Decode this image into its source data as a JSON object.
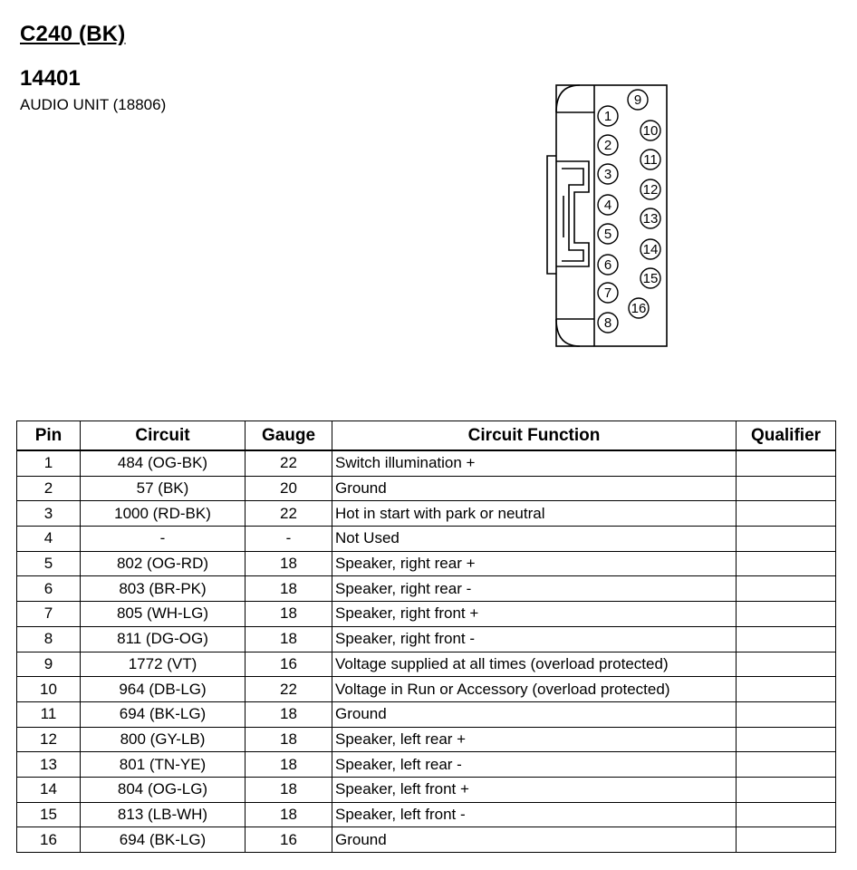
{
  "header": {
    "connector_id": "C240 (BK)",
    "part_number": "14401",
    "component": "AUDIO UNIT (18806)"
  },
  "diagram": {
    "pins": [
      "1",
      "2",
      "3",
      "4",
      "5",
      "6",
      "7",
      "8",
      "9",
      "10",
      "11",
      "12",
      "13",
      "14",
      "15",
      "16"
    ]
  },
  "table": {
    "headers": {
      "pin": "Pin",
      "circuit": "Circuit",
      "gauge": "Gauge",
      "function": "Circuit Function",
      "qualifier": "Qualifier"
    },
    "rows": [
      {
        "pin": "1",
        "circuit": "484 (OG-BK)",
        "gauge": "22",
        "function": "Switch illumination +",
        "qualifier": ""
      },
      {
        "pin": "2",
        "circuit": "57 (BK)",
        "gauge": "20",
        "function": "Ground",
        "qualifier": ""
      },
      {
        "pin": "3",
        "circuit": "1000 (RD-BK)",
        "gauge": "22",
        "function": "Hot in start with park or neutral",
        "qualifier": ""
      },
      {
        "pin": "4",
        "circuit": "-",
        "gauge": "-",
        "function": "Not Used",
        "qualifier": ""
      },
      {
        "pin": "5",
        "circuit": "802 (OG-RD)",
        "gauge": "18",
        "function": "Speaker, right rear +",
        "qualifier": ""
      },
      {
        "pin": "6",
        "circuit": "803 (BR-PK)",
        "gauge": "18",
        "function": "Speaker, right rear -",
        "qualifier": ""
      },
      {
        "pin": "7",
        "circuit": "805 (WH-LG)",
        "gauge": "18",
        "function": "Speaker, right front +",
        "qualifier": ""
      },
      {
        "pin": "8",
        "circuit": "811 (DG-OG)",
        "gauge": "18",
        "function": "Speaker, right front -",
        "qualifier": ""
      },
      {
        "pin": "9",
        "circuit": "1772 (VT)",
        "gauge": "16",
        "function": "Voltage supplied at all times (overload protected)",
        "qualifier": ""
      },
      {
        "pin": "10",
        "circuit": "964 (DB-LG)",
        "gauge": "22",
        "function": "Voltage in Run or Accessory (overload protected)",
        "qualifier": ""
      },
      {
        "pin": "11",
        "circuit": "694 (BK-LG)",
        "gauge": "18",
        "function": "Ground",
        "qualifier": ""
      },
      {
        "pin": "12",
        "circuit": "800 (GY-LB)",
        "gauge": "18",
        "function": "Speaker, left rear +",
        "qualifier": ""
      },
      {
        "pin": "13",
        "circuit": "801 (TN-YE)",
        "gauge": "18",
        "function": "Speaker, left rear -",
        "qualifier": ""
      },
      {
        "pin": "14",
        "circuit": "804 (OG-LG)",
        "gauge": "18",
        "function": "Speaker, left front +",
        "qualifier": ""
      },
      {
        "pin": "15",
        "circuit": "813 (LB-WH)",
        "gauge": "18",
        "function": "Speaker, left front -",
        "qualifier": ""
      },
      {
        "pin": "16",
        "circuit": "694 (BK-LG)",
        "gauge": "16",
        "function": "Ground",
        "qualifier": ""
      }
    ]
  }
}
